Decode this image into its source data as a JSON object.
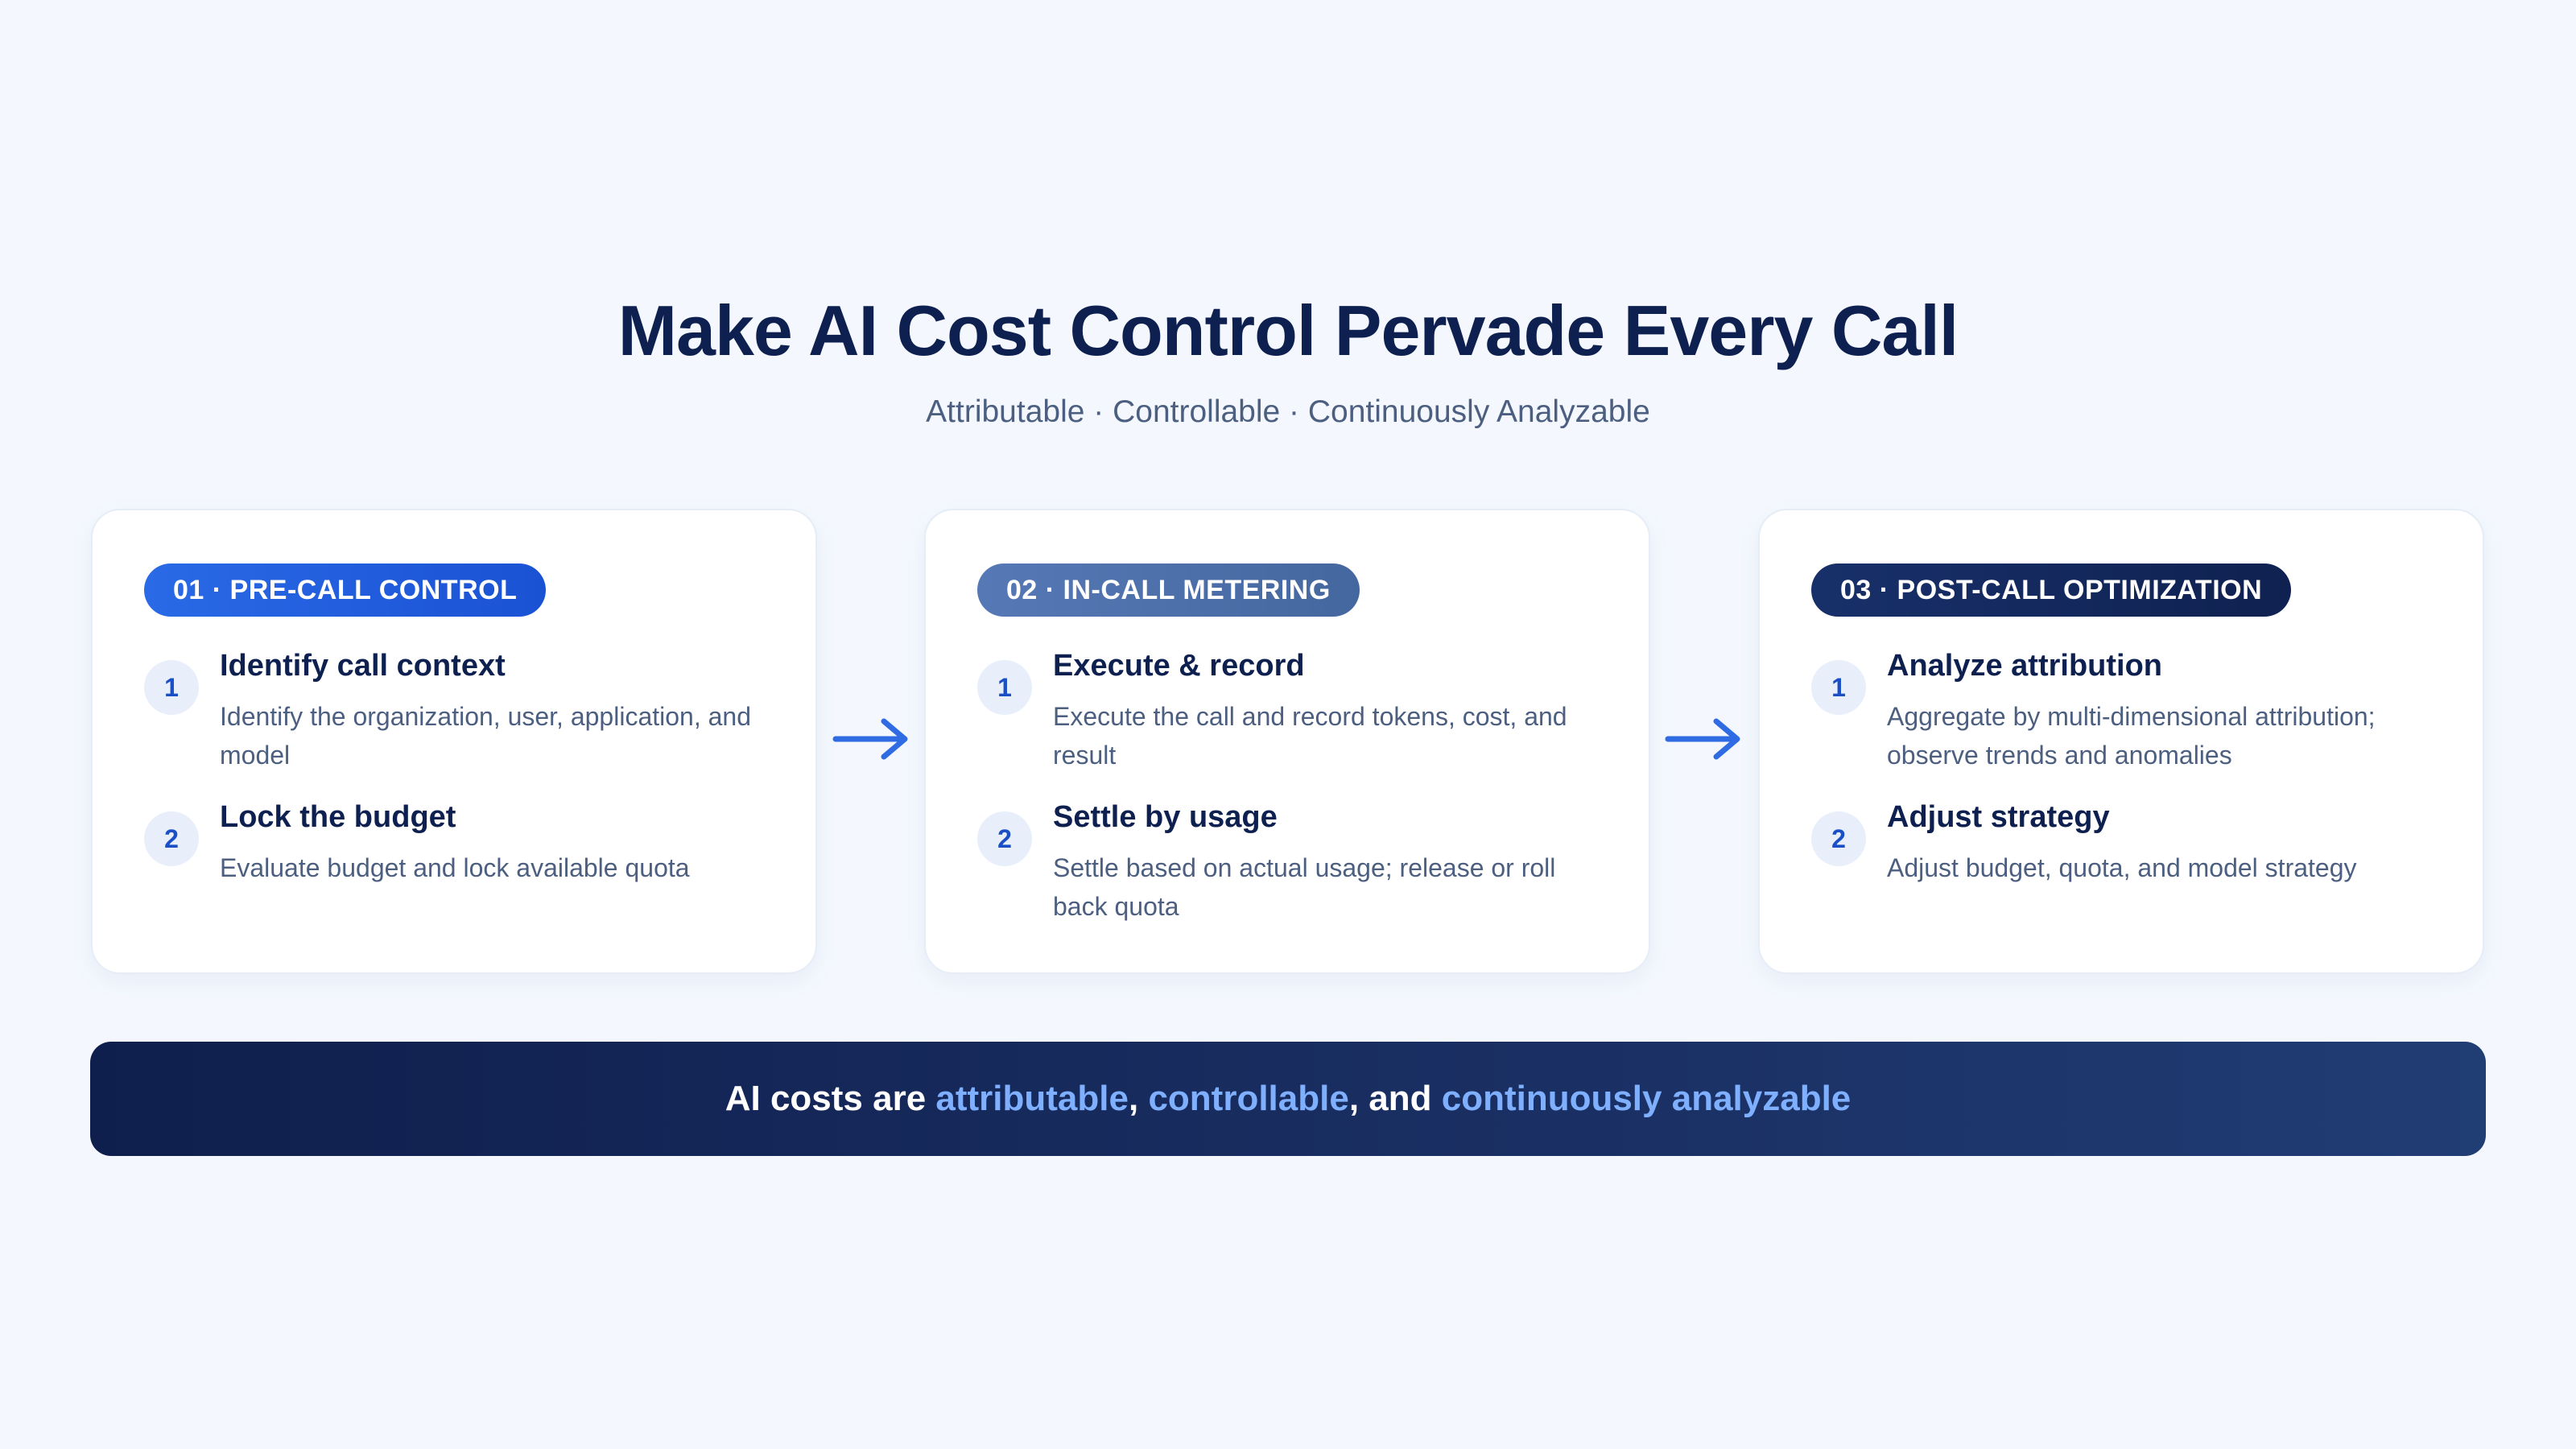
{
  "title": "Make AI Cost Control Pervade Every Call",
  "subtitle": "Attributable · Controllable · Continuously Analyzable",
  "stages": [
    {
      "label": "01 · PRE-CALL CONTROL",
      "steps": [
        {
          "num": "1",
          "title": "Identify call context",
          "desc": "Identify the organization, user, application, and model"
        },
        {
          "num": "2",
          "title": "Lock the budget",
          "desc": "Evaluate budget and lock available quota"
        }
      ]
    },
    {
      "label": "02 · IN-CALL METERING",
      "steps": [
        {
          "num": "1",
          "title": "Execute & record",
          "desc": "Execute the call and record tokens, cost, and result"
        },
        {
          "num": "2",
          "title": "Settle by usage",
          "desc": "Settle based on actual usage; release or roll back quota"
        }
      ]
    },
    {
      "label": "03 · POST-CALL OPTIMIZATION",
      "steps": [
        {
          "num": "1",
          "title": "Analyze attribution",
          "desc": "Aggregate by multi-dimensional attribution; observe trends and anomalies"
        },
        {
          "num": "2",
          "title": "Adjust strategy",
          "desc": "Adjust budget, quota, and model strategy"
        }
      ]
    }
  ],
  "banner": {
    "prefix": "AI costs are ",
    "h1": "attributable",
    "sep1": ", ",
    "h2": "controllable",
    "sep2": ", and ",
    "h3": "continuously analyzable"
  },
  "colors": {
    "background": "#f4f8fe",
    "title": "#0e2050",
    "accent_blue": "#2a6ae6",
    "stage2": "#5679b6",
    "stage3": "#0f2150",
    "banner_highlight": "#7fb0ff",
    "arrow": "#2f6be3"
  }
}
